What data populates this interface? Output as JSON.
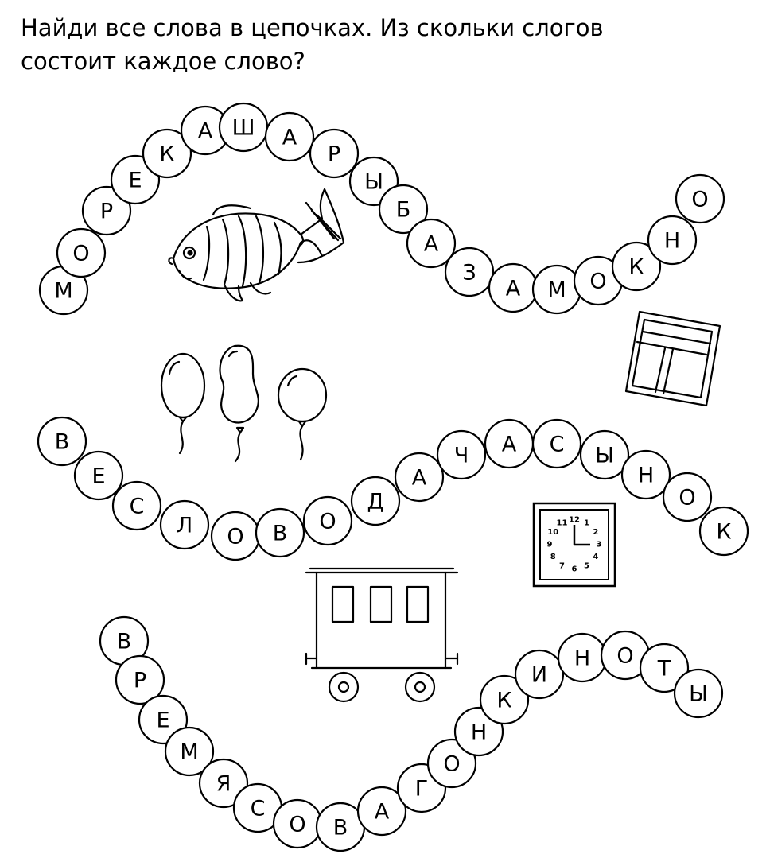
{
  "task": {
    "line1": "Найди все слова в цепочках. Из скольки слогов",
    "line2": "состоит каждое слово?"
  },
  "chains": [
    {
      "name": "chain-1",
      "letters": [
        "М",
        "О",
        "Р",
        "Е",
        "К",
        "А",
        "Ш",
        "А",
        "Р",
        "Ы",
        "Б",
        "А",
        "З",
        "А",
        "М",
        "О",
        "К",
        "Н",
        "О"
      ]
    },
    {
      "name": "chain-2",
      "letters": [
        "В",
        "Е",
        "С",
        "Л",
        "О",
        "В",
        "О",
        "Д",
        "А",
        "Ч",
        "А",
        "С",
        "Ы",
        "Н",
        "О",
        "К"
      ]
    },
    {
      "name": "chain-3",
      "letters": [
        "В",
        "Р",
        "Е",
        "М",
        "Я",
        "С",
        "О",
        "В",
        "А",
        "Г",
        "О",
        "Н",
        "К",
        "И",
        "Н",
        "О",
        "Т",
        "Ы"
      ]
    }
  ],
  "pictures": [
    "fish",
    "balloons",
    "window",
    "clock",
    "wagon"
  ],
  "clock_numbers": [
    "12",
    "1",
    "2",
    "3",
    "4",
    "5",
    "6",
    "7",
    "8",
    "9",
    "10",
    "11"
  ]
}
